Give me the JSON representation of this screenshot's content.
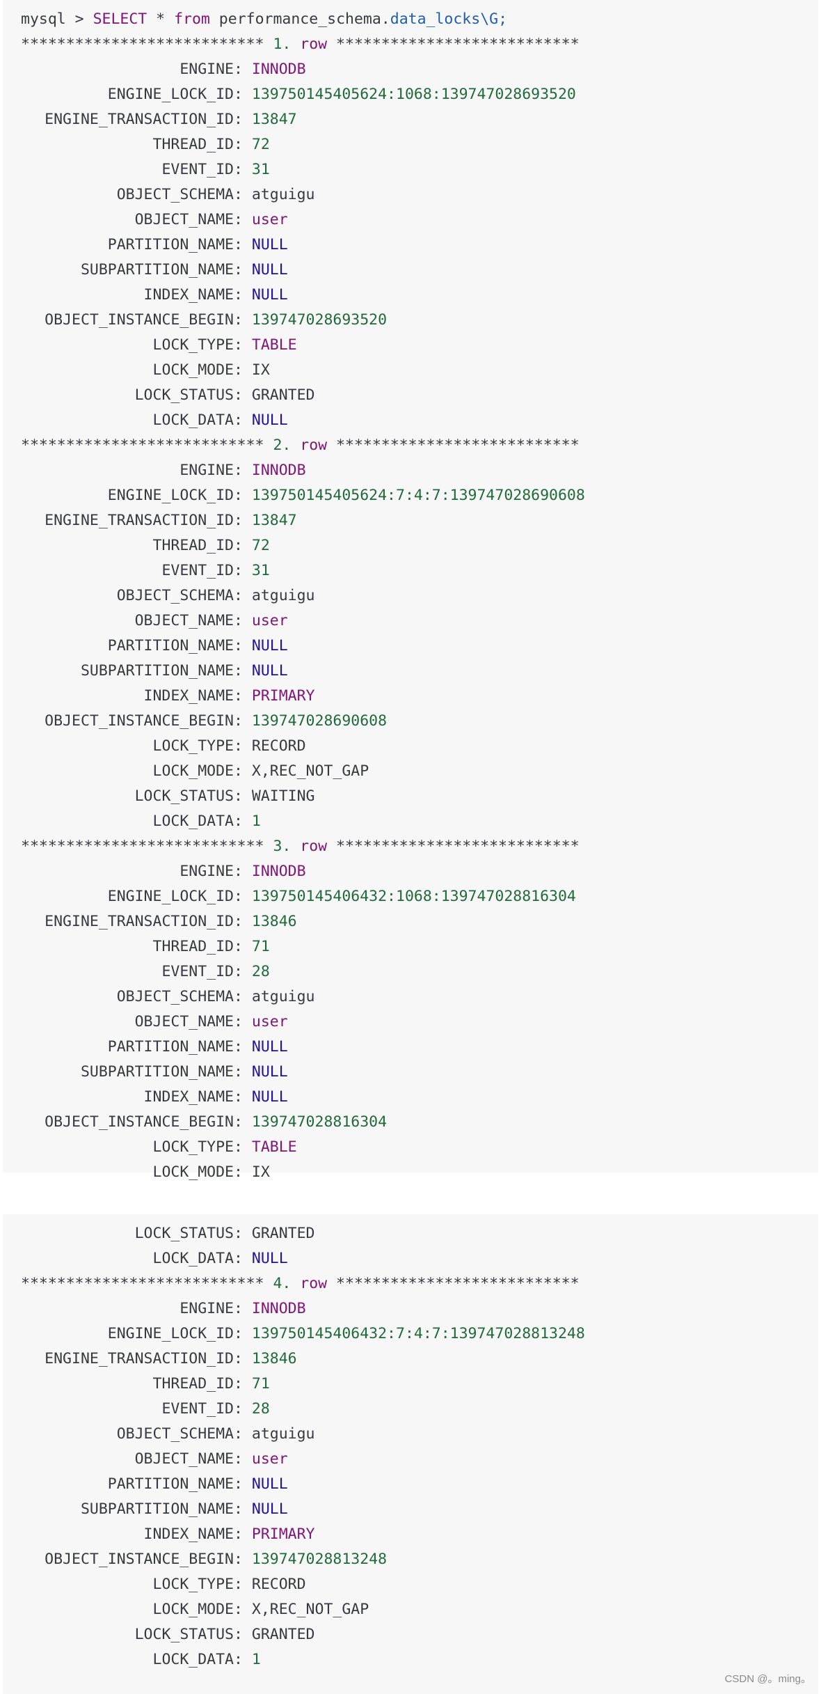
{
  "query": {
    "prompt": "mysql > ",
    "select": "SELECT",
    "star": " * ",
    "from": "from",
    "schema": " performance_schema.",
    "table": "data_locks",
    "terminator": "\\G;"
  },
  "row_banner": {
    "stars": "***************************",
    "word": "row"
  },
  "colors": {
    "keyword": "#80157a",
    "number": "#206a3a",
    "null": "#221199",
    "text": "#383a42",
    "field": "#1f5fa8",
    "background": "#f7f7f7"
  },
  "field_labels": [
    "ENGINE",
    "ENGINE_LOCK_ID",
    "ENGINE_TRANSACTION_ID",
    "THREAD_ID",
    "EVENT_ID",
    "OBJECT_SCHEMA",
    "OBJECT_NAME",
    "PARTITION_NAME",
    "SUBPARTITION_NAME",
    "INDEX_NAME",
    "OBJECT_INSTANCE_BEGIN",
    "LOCK_TYPE",
    "LOCK_MODE",
    "LOCK_STATUS",
    "LOCK_DATA"
  ],
  "rows": [
    {
      "number": "1.",
      "values": [
        {
          "v": "INNODB",
          "t": "kw"
        },
        {
          "v": "139750145405624:1068:139747028693520",
          "t": "num"
        },
        {
          "v": "13847",
          "t": "num"
        },
        {
          "v": "72",
          "t": "num"
        },
        {
          "v": "31",
          "t": "num"
        },
        {
          "v": "atguigu",
          "t": "plain"
        },
        {
          "v": "user",
          "t": "kw"
        },
        {
          "v": "NULL",
          "t": "null"
        },
        {
          "v": "NULL",
          "t": "null"
        },
        {
          "v": "NULL",
          "t": "null"
        },
        {
          "v": "139747028693520",
          "t": "num"
        },
        {
          "v": "TABLE",
          "t": "kw"
        },
        {
          "v": "IX",
          "t": "plain"
        },
        {
          "v": "GRANTED",
          "t": "plain"
        },
        {
          "v": "NULL",
          "t": "null"
        }
      ]
    },
    {
      "number": "2.",
      "values": [
        {
          "v": "INNODB",
          "t": "kw"
        },
        {
          "v": "139750145405624:7:4:7:139747028690608",
          "t": "num"
        },
        {
          "v": "13847",
          "t": "num"
        },
        {
          "v": "72",
          "t": "num"
        },
        {
          "v": "31",
          "t": "num"
        },
        {
          "v": "atguigu",
          "t": "plain"
        },
        {
          "v": "user",
          "t": "kw"
        },
        {
          "v": "NULL",
          "t": "null"
        },
        {
          "v": "NULL",
          "t": "null"
        },
        {
          "v": "PRIMARY",
          "t": "kw"
        },
        {
          "v": "139747028690608",
          "t": "num"
        },
        {
          "v": "RECORD",
          "t": "plain"
        },
        {
          "v": "X,REC_NOT_GAP",
          "t": "plain"
        },
        {
          "v": "WAITING",
          "t": "plain"
        },
        {
          "v": "1",
          "t": "num"
        }
      ]
    },
    {
      "number": "3.",
      "values": [
        {
          "v": "INNODB",
          "t": "kw"
        },
        {
          "v": "139750145406432:1068:139747028816304",
          "t": "num"
        },
        {
          "v": "13846",
          "t": "num"
        },
        {
          "v": "71",
          "t": "num"
        },
        {
          "v": "28",
          "t": "num"
        },
        {
          "v": "atguigu",
          "t": "plain"
        },
        {
          "v": "user",
          "t": "kw"
        },
        {
          "v": "NULL",
          "t": "null"
        },
        {
          "v": "NULL",
          "t": "null"
        },
        {
          "v": "NULL",
          "t": "null"
        },
        {
          "v": "139747028816304",
          "t": "num"
        },
        {
          "v": "TABLE",
          "t": "kw"
        },
        {
          "v": "IX",
          "t": "plain"
        },
        {
          "v": "GRANTED",
          "t": "plain"
        },
        {
          "v": "NULL",
          "t": "null"
        }
      ]
    },
    {
      "number": "4.",
      "values": [
        {
          "v": "INNODB",
          "t": "kw"
        },
        {
          "v": "139750145406432:7:4:7:139747028813248",
          "t": "num"
        },
        {
          "v": "13846",
          "t": "num"
        },
        {
          "v": "71",
          "t": "num"
        },
        {
          "v": "28",
          "t": "num"
        },
        {
          "v": "atguigu",
          "t": "plain"
        },
        {
          "v": "user",
          "t": "kw"
        },
        {
          "v": "NULL",
          "t": "null"
        },
        {
          "v": "NULL",
          "t": "null"
        },
        {
          "v": "PRIMARY",
          "t": "kw"
        },
        {
          "v": "139747028813248",
          "t": "num"
        },
        {
          "v": "RECORD",
          "t": "plain"
        },
        {
          "v": "X,REC_NOT_GAP",
          "t": "plain"
        },
        {
          "v": "GRANTED",
          "t": "plain"
        },
        {
          "v": "1",
          "t": "num"
        }
      ]
    }
  ],
  "watermark": "CSDN @。ming。"
}
